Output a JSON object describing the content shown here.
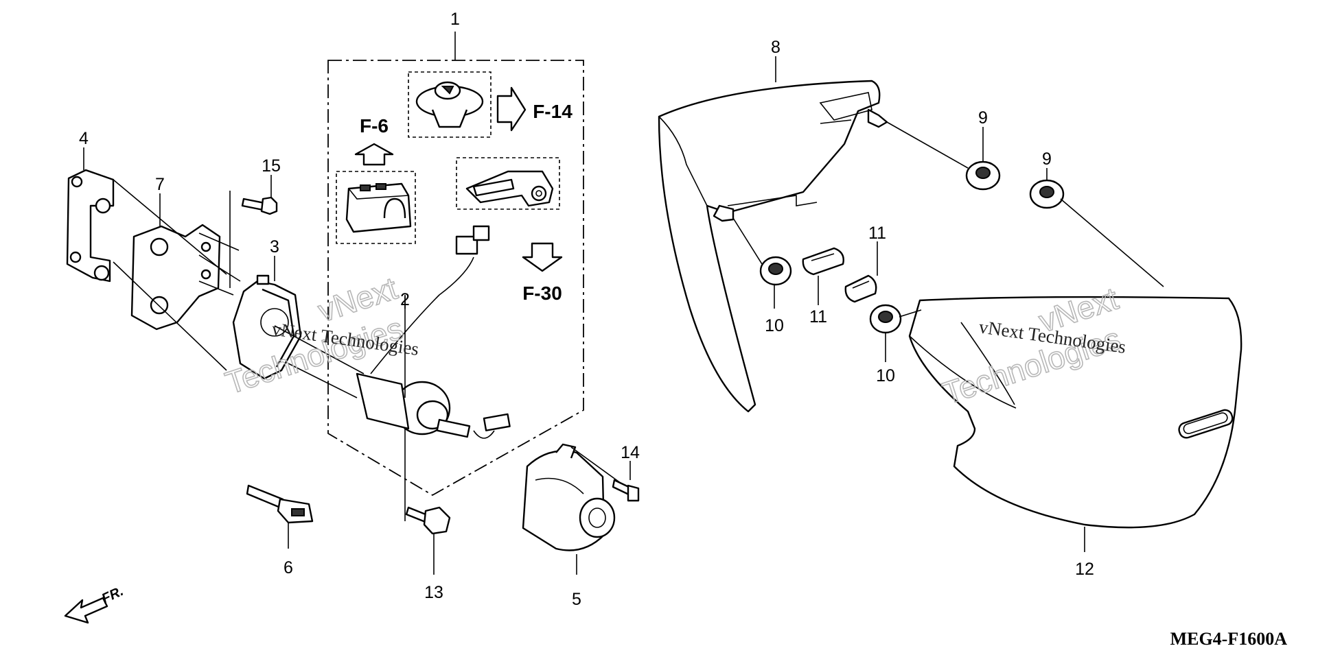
{
  "diagram": {
    "callouts": [
      {
        "id": "c1",
        "label": "1"
      },
      {
        "id": "c2",
        "label": "2"
      },
      {
        "id": "c3",
        "label": "3"
      },
      {
        "id": "c4",
        "label": "4"
      },
      {
        "id": "c5",
        "label": "5"
      },
      {
        "id": "c6",
        "label": "6"
      },
      {
        "id": "c7",
        "label": "7"
      },
      {
        "id": "c8",
        "label": "8"
      },
      {
        "id": "c9a",
        "label": "9"
      },
      {
        "id": "c9b",
        "label": "9"
      },
      {
        "id": "c10a",
        "label": "10"
      },
      {
        "id": "c10b",
        "label": "10"
      },
      {
        "id": "c11a",
        "label": "11"
      },
      {
        "id": "c11b",
        "label": "11"
      },
      {
        "id": "c12",
        "label": "12"
      },
      {
        "id": "c13",
        "label": "13"
      },
      {
        "id": "c14",
        "label": "14"
      },
      {
        "id": "c15",
        "label": "15"
      }
    ],
    "references": [
      {
        "id": "f6",
        "label": "F-6"
      },
      {
        "id": "f14",
        "label": "F-14"
      },
      {
        "id": "f30",
        "label": "F-30"
      }
    ],
    "front_marker": "FR.",
    "diagram_code": "MEG4-F1600A",
    "watermark": {
      "brand": "vNext",
      "word": "Technologies",
      "line": "vNext Technologies"
    }
  }
}
